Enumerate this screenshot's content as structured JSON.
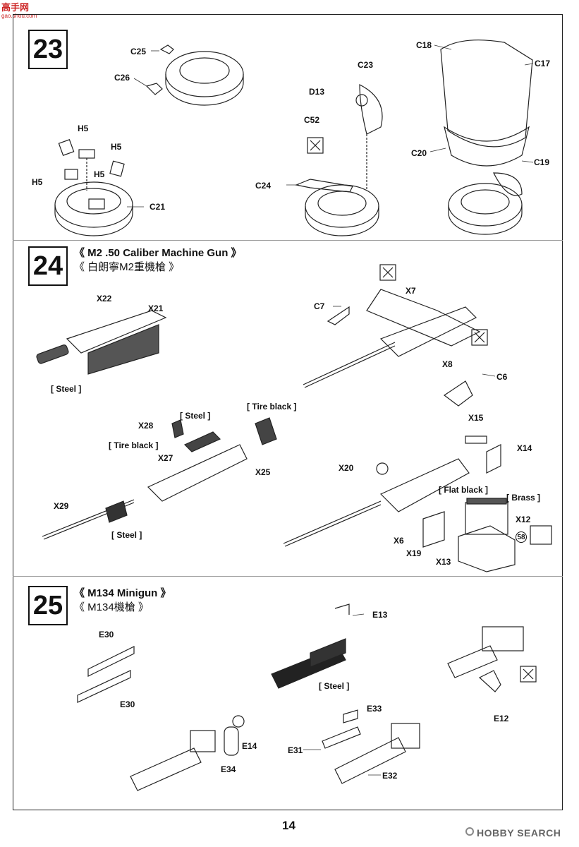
{
  "watermark": {
    "site_top": "高手网",
    "site_url": "gao.shou.com",
    "brand_bottom": "HOBBY SEARCH"
  },
  "page_number": "14",
  "steps": [
    {
      "number": "23",
      "title": "",
      "subtitle": "",
      "labels": [
        "C25",
        "C26",
        "H5",
        "H5",
        "H5",
        "H5",
        "C21",
        "C23",
        "D13",
        "C52",
        "C24",
        "C18",
        "C17",
        "C20",
        "C19"
      ]
    },
    {
      "number": "24",
      "title": "《  M2  .50 Caliber Machine Gun  》",
      "subtitle": "《  白朗寧M2重機槍  》",
      "labels": [
        "X22",
        "X21",
        "C7",
        "X7",
        "X8",
        "C6",
        "X28",
        "X27",
        "X25",
        "X29",
        "X15",
        "X14",
        "X20",
        "X12",
        "X6",
        "X19",
        "X13"
      ],
      "notes": [
        "[ Steel ]",
        "[ Steel ]",
        "[ Tire black ]",
        "[ Tire black ]",
        "[ Steel ]",
        "[ Flat black ]",
        "[ Brass ]"
      ],
      "ref": "58"
    },
    {
      "number": "25",
      "title": "《  M134 Minigun  》",
      "subtitle": "《  M134機槍  》",
      "labels": [
        "E13",
        "E30",
        "E30",
        "E12",
        "E33",
        "E14",
        "E31",
        "E34",
        "E32"
      ],
      "notes": [
        "[ Steel ]"
      ]
    }
  ]
}
